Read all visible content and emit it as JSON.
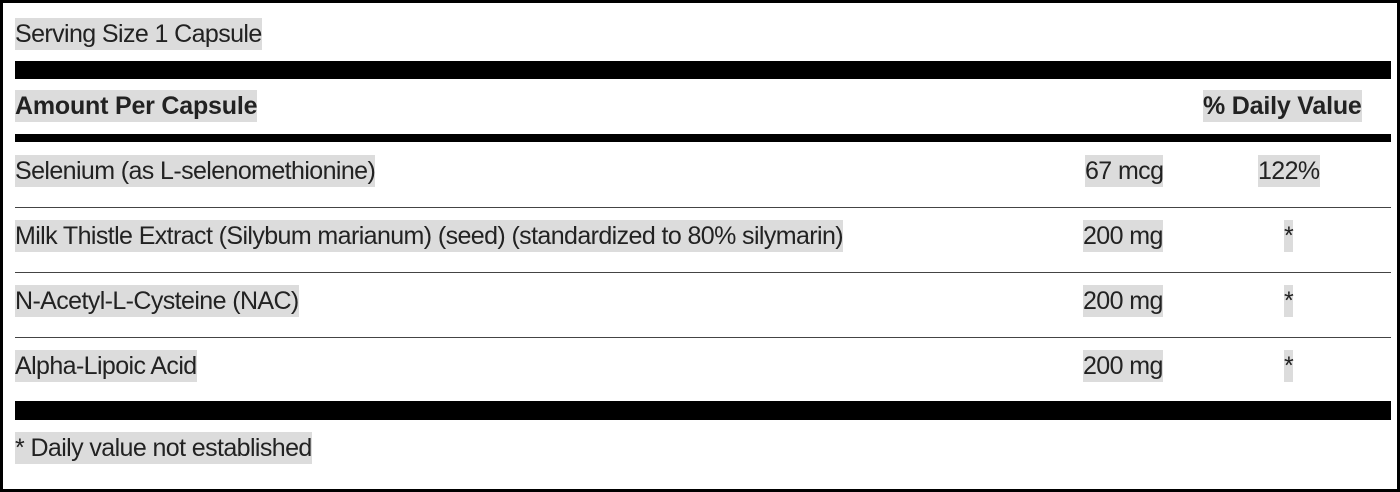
{
  "serving_size": "Serving Size 1 Capsule",
  "header": {
    "amount_label": "Amount Per Capsule",
    "dv_label": "% Daily Value"
  },
  "rows": [
    {
      "name": "Selenium (as L-selenomethionine)",
      "amount": "67 mcg",
      "dv": "122%"
    },
    {
      "name": "Milk Thistle Extract (Silybum marianum) (seed) (standardized to 80% silymarin)",
      "amount": "200 mg",
      "dv": "*"
    },
    {
      "name": "N-Acetyl-L-Cysteine (NAC)",
      "amount": "200 mg",
      "dv": "*"
    },
    {
      "name": "Alpha-Lipoic Acid",
      "amount": "200 mg",
      "dv": "*"
    }
  ],
  "footnote": "* Daily value not established"
}
